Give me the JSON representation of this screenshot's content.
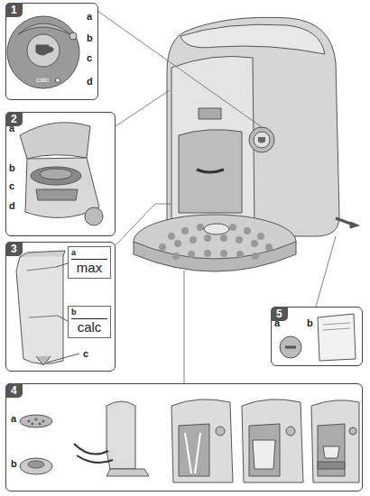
{
  "diagram": {
    "nodes": [
      {
        "text": [
          "1"
        ]
      },
      {
        "text": [
          "2"
        ]
      },
      {
        "text": [
          "3"
        ]
      },
      {
        "text": [
          "a",
          "max"
        ],
        "in": 2
      },
      {
        "text": [
          "b",
          "calc"
        ],
        "in": 2
      },
      {
        "text": [
          "5"
        ]
      },
      {
        "text": [
          "4"
        ]
      }
    ],
    "labels": [
      "a",
      "b",
      "c",
      "calc",
      "d",
      "a",
      "b",
      "c",
      "d",
      "c",
      "a",
      "b",
      "a",
      "b"
    ]
  }
}
